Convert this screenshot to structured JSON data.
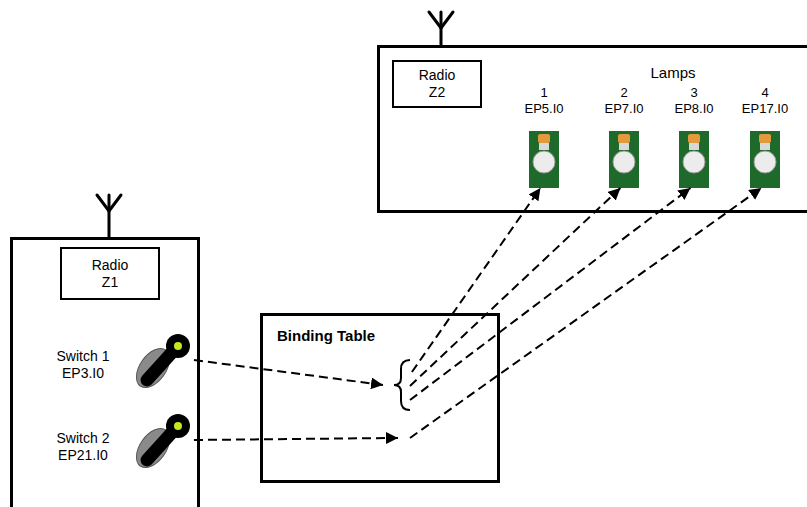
{
  "diagram": {
    "nodes": [
      {
        "text": [
          "Lamps"
        ]
      },
      {
        "text": [
          "Radio Z2"
        ],
        "in": 0
      },
      {
        "text": [
          "1",
          "EP5.I0"
        ],
        "in": 0
      },
      {
        "text": [
          "2",
          "EP7.I0"
        ],
        "in": 0
      },
      {
        "text": [
          "3",
          "EP8.I0"
        ],
        "in": 0
      },
      {
        "text": [
          "4",
          "EP17.I0"
        ],
        "in": 0
      },
      {
        "text": []
      },
      {
        "text": [
          "Radio Z1"
        ],
        "in": 6
      },
      {
        "text": [
          "Switch 1",
          "EP3.I0"
        ],
        "in": 6
      },
      {
        "text": [
          "Switch 2",
          "EP21.I0"
        ],
        "in": 6
      },
      {
        "text": [
          "Binding Table"
        ]
      }
    ],
    "edges": [
      {
        "from": 8,
        "to": 10,
        "arrow": "to"
      },
      {
        "from": 10,
        "to": 2,
        "arrow": "to"
      },
      {
        "from": 10,
        "to": 3,
        "arrow": "to"
      },
      {
        "from": 10,
        "to": 4,
        "arrow": "to"
      },
      {
        "from": 9,
        "to": 10,
        "arrow": "to"
      },
      {
        "from": 10,
        "to": 5,
        "arrow": "to"
      }
    ]
  }
}
